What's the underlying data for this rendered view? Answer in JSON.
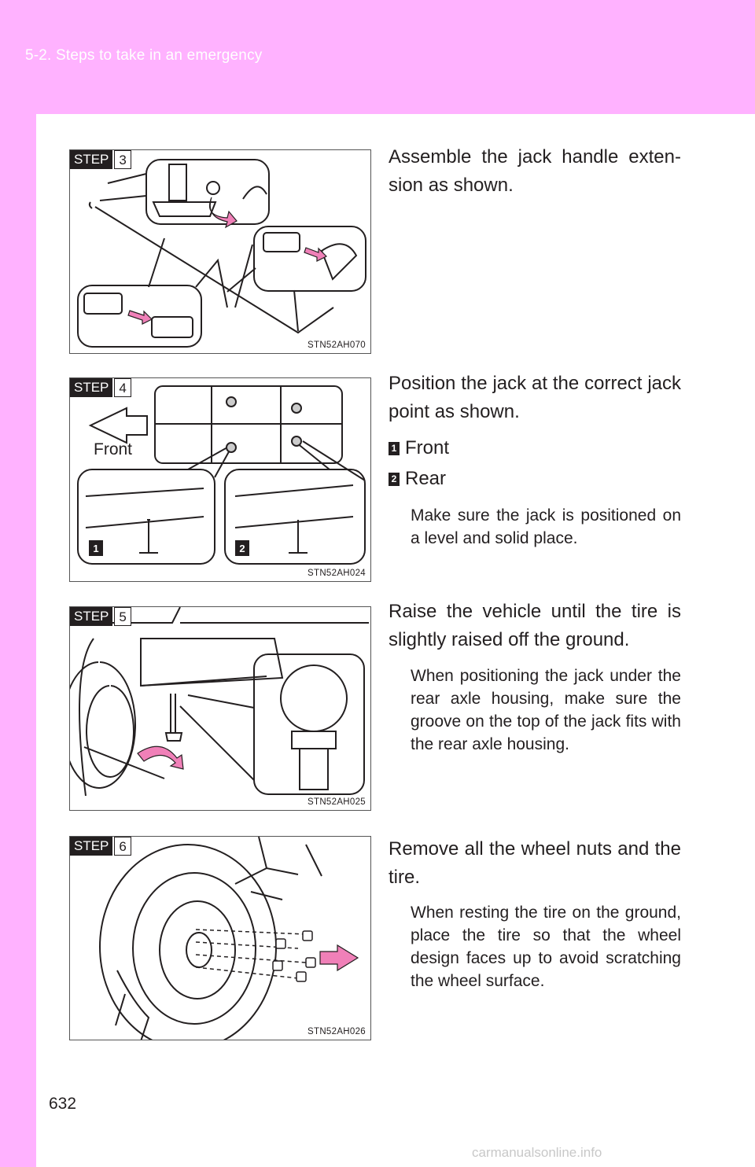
{
  "header": {
    "section": "5-2. Steps to take in an emergency"
  },
  "steps": [
    {
      "tag_word": "STEP",
      "tag_num": "3",
      "figure_code": "STN52AH070",
      "text": "Assemble the jack handle exten-sion as shown.",
      "note": ""
    },
    {
      "tag_word": "STEP",
      "tag_num": "4",
      "figure_code": "STN52AH024",
      "figure_label": "Front",
      "figure_markers": [
        "1",
        "2"
      ],
      "text": "Position the jack at the correct jack point as shown.",
      "legend": [
        {
          "marker": "1",
          "label": "Front"
        },
        {
          "marker": "2",
          "label": "Rear"
        }
      ],
      "note": "Make sure the jack is positioned on a level and solid place."
    },
    {
      "tag_word": "STEP",
      "tag_num": "5",
      "figure_code": "STN52AH025",
      "text": "Raise the vehicle until the tire is slightly raised off the ground.",
      "note": "When positioning the jack under the rear axle housing, make sure the groove on the top of the jack fits with the rear axle housing."
    },
    {
      "tag_word": "STEP",
      "tag_num": "6",
      "figure_code": "STN52AH026",
      "text": "Remove all the wheel nuts and the tire.",
      "note": "When resting the tire on the ground, place the tire so that the wheel design faces up to avoid scratching the wheel surface."
    }
  ],
  "footer": {
    "page_number": "632",
    "watermark": "carmanualsonline.info"
  },
  "colors": {
    "accent_pink": "#ffb2ff",
    "arrow_pink": "#f080b8",
    "ink": "#231f20"
  }
}
